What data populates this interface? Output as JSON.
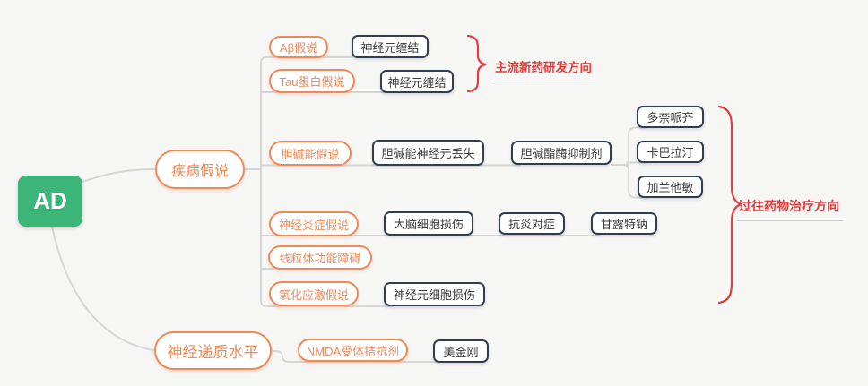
{
  "root": {
    "label": "AD"
  },
  "branches": {
    "hypotheses": {
      "label": "疾病假说"
    },
    "neurotransmitter": {
      "label": "神经递质水平"
    }
  },
  "nodes": {
    "abeta": {
      "label": "Aβ假说"
    },
    "abeta_result": {
      "label": "神经元缠结"
    },
    "tau": {
      "label": "Tau蛋白假说"
    },
    "tau_result": {
      "label": "神经元缠结"
    },
    "cholinergic": {
      "label": "胆碱能假说"
    },
    "cholinergic_loss": {
      "label": "胆碱能神经元丢失"
    },
    "che_inhibitor": {
      "label": "胆碱酯酶抑制剂"
    },
    "donepezil": {
      "label": "多奈哌齐"
    },
    "rivastigmine": {
      "label": "卡巴拉汀"
    },
    "galantamine": {
      "label": "加兰他敏"
    },
    "neuroinflammation": {
      "label": "神经炎症假说"
    },
    "brain_cell_damage": {
      "label": "大脑细胞损伤"
    },
    "anti_inflammatory": {
      "label": "抗炎对症"
    },
    "mannose_sodium": {
      "label": "甘露特钠"
    },
    "mitochondrial": {
      "label": "线粒体功能障碍"
    },
    "oxidative": {
      "label": "氧化应激假说"
    },
    "neuron_cell_damage": {
      "label": "神经元细胞损伤"
    },
    "nmda_antagonist": {
      "label": "NMDA受体拮抗剂"
    },
    "memantine": {
      "label": "美金刚"
    }
  },
  "annotations": {
    "mainstream": {
      "label": "主流新药研发方向"
    },
    "past": {
      "label": "过往药物治疗方向"
    }
  },
  "colors": {
    "root_green": "#3db478",
    "branch_orange": "#ee8a58",
    "topic_border_dark": "#313e51",
    "annotation_red": "#e23c3c",
    "connector_gray": "#d6d6d6",
    "background": "#f6f6f5"
  }
}
